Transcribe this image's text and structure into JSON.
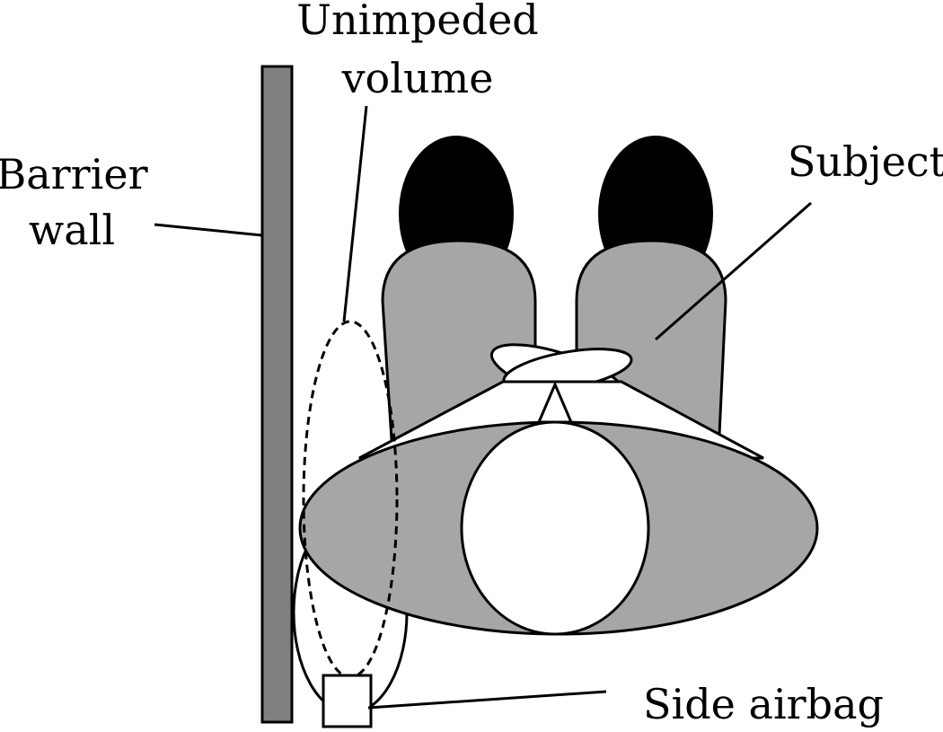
{
  "labels": {
    "unimpeded_line1": "Unimpeded",
    "unimpeded_line2": "volume",
    "barrier_line1": "Barrier",
    "barrier_line2": "wall",
    "subject": "Subject",
    "side_airbag": "Side airbag"
  },
  "colors": {
    "wall": "#808080",
    "body_gray": "#a6a6a6",
    "shoes": "#000000",
    "outline": "#000000",
    "white": "#ffffff"
  }
}
